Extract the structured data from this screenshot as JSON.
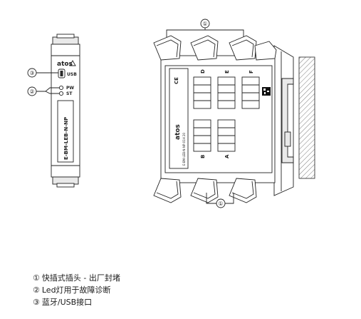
{
  "front_view": {
    "brand": "atos",
    "model": "E-BM-LEB-N-NP",
    "usb_label": "USB",
    "led_pw": "PW",
    "led_st": "ST"
  },
  "side_view": {
    "brand": "atos",
    "model": "E-BM-LEB-N-NP-01H 20",
    "block_d": "D",
    "block_e": "E",
    "block_f": "F",
    "block_b": "B",
    "block_a": "A",
    "ce_mark": "CE"
  },
  "callouts": {
    "c1": "①",
    "c2": "②",
    "c3": "③"
  },
  "legend": [
    {
      "num": "①",
      "text": "快插式插头 - 出厂封堵"
    },
    {
      "num": "②",
      "text": "Led灯用于故障诊断"
    },
    {
      "num": "③",
      "text": "蓝牙/USB接口"
    }
  ]
}
